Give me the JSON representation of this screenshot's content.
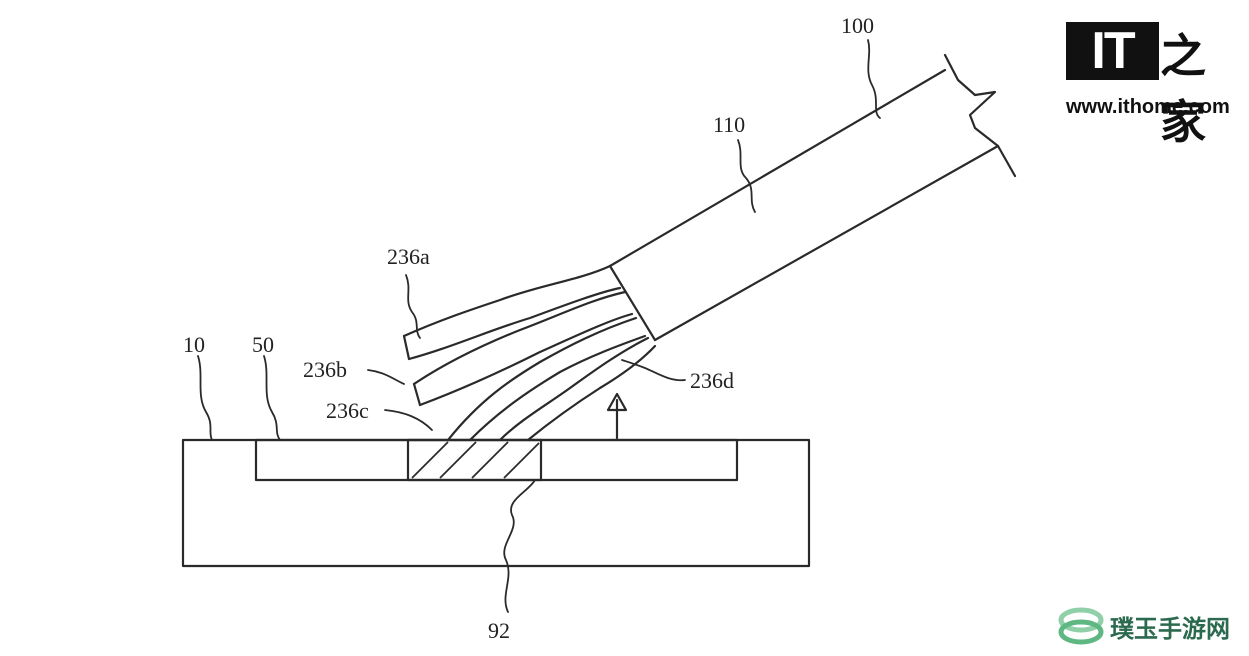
{
  "labels": {
    "ref_100": "100",
    "ref_110": "110",
    "ref_236a": "236a",
    "ref_236b": "236b",
    "ref_236c": "236c",
    "ref_236d": "236d",
    "ref_10": "10",
    "ref_50": "50",
    "ref_92": "92"
  },
  "watermark": {
    "logo_text": "IT",
    "cn_text": "之家",
    "url": "www.ithome.com"
  },
  "watermark2": {
    "text": "璞玉手游网",
    "icon": "leaf-ring-icon",
    "color": "#2b6a4f"
  }
}
